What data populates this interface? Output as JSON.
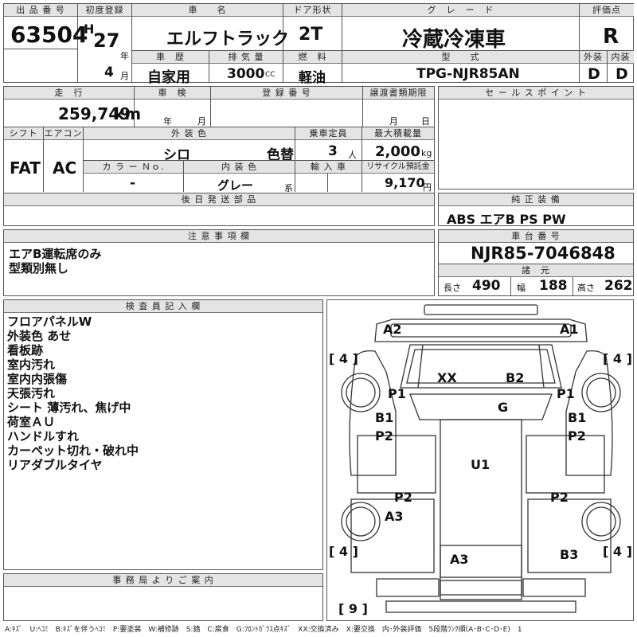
{
  "header": {
    "lot_label": "出 品 番 号",
    "lot_number": "63504",
    "first_reg_label": "初度登録",
    "era": "H",
    "year": "27",
    "year_unit": "年",
    "month": "4",
    "month_unit": "月",
    "name_label": "車　　名",
    "car_name": "エルフトラック",
    "door_label": "ドア形状",
    "door": "2T",
    "grade_label": "グ　レ　ー　ド",
    "grade": "冷蔵冷凍車",
    "score_label": "評価点",
    "score": "R",
    "history_label": "車　歴",
    "history": "自家用",
    "displacement_label": "排 気 量",
    "displacement": "3000",
    "displacement_unit": "CC",
    "fuel_label": "燃　料",
    "fuel": "軽油",
    "model_label": "型　　式",
    "model": "TPG-NJR85AN",
    "exterior_label": "外装",
    "interior_label": "内装",
    "exterior_grade": "D",
    "interior_grade": "D"
  },
  "details": {
    "mileage_label": "走　行",
    "mileage": "259,749",
    "mileage_unit": "km",
    "inspection_label": "車　検",
    "insp_year_unit": "年",
    "insp_month_unit": "月",
    "reg_label": "登 録 番 号",
    "transfer_label": "譲渡書類期限",
    "transfer_month_unit": "月",
    "transfer_day_unit": "日",
    "shift_label": "シフト",
    "aircon_label": "エアコン",
    "color_label": "外 装 色",
    "seats_label": "乗車定員",
    "load_label": "最大積載量",
    "shift": "FAT",
    "aircon": "AC",
    "color": "シロ",
    "color_change": "色替",
    "seats": "3",
    "seats_unit": "人",
    "load": "2,000",
    "load_unit": "kg",
    "color_no_label": "カ ラ ー Ｎｏ.",
    "int_color_label": "内 装 色",
    "import_label": "輸 入 車",
    "recycle_label": "リサイクル預託金",
    "color_no": "-",
    "int_color": "グレー",
    "int_color_unit": "系",
    "recycle": "9,170",
    "recycle_unit": "円",
    "later_parts_label": "後 日 発 送 部 品",
    "sales_label": "セ ー ル ス ポ イ ン ト",
    "equipment_label": "純 正 装 備",
    "equipment": "ABS エアB PS PW"
  },
  "notes": {
    "label": "注 意 事 項 欄",
    "lines": [
      "エアB運転席のみ",
      "型類別無し"
    ]
  },
  "chassis": {
    "label": "車 台 番 号",
    "number": "NJR85-7046848",
    "spec_label": "諸　元",
    "length_label": "長さ",
    "length": "490",
    "width_label": "幅",
    "width": "188",
    "height_label": "高さ",
    "height": "262"
  },
  "inspector": {
    "label": "検 査 員 記 入 欄",
    "lines": [
      "フロアパネルW",
      "外装色 あせ",
      "看板跡",
      "室内汚れ",
      "室内内張傷",
      "天張汚れ",
      "シート 薄汚れ、焦げ中",
      "荷室ＡＵ",
      "ハンドルすれ",
      "カーペット切れ・破れ中",
      "リアダブルタイヤ"
    ]
  },
  "office": {
    "label": "事 務 局 よ り ご 案 内"
  },
  "diagram": {
    "marks": {
      "a2": "A2",
      "a1": "A1",
      "xx": "XX",
      "b2": "B2",
      "g": "G",
      "p1l": "P1",
      "p1r": "P1",
      "b1l": "B1",
      "b1r": "B1",
      "p2l": "P2",
      "p2r": "P2",
      "u1": "U1",
      "p2cl": "P2",
      "p2cr": "P2",
      "a3l": "A3",
      "a3b": "A3",
      "b3": "B3"
    },
    "tires": {
      "fl": "4",
      "fr": "4",
      "rl": "4",
      "rr": "4",
      "spare": "9"
    }
  },
  "legend": "A:ｷｽﾞ　U:ﾍｺﾐ　B:ｷｽﾞを伴うﾍｺﾐ　P:要塗装　W:補修跡　S:錆　C:腐食　G:ﾌﾛﾝﾄｶﾞﾗｽ点ｷｽﾞ　XX:交換済み　X:要交換　内･外装評価　5段階ﾗﾝｸ順(A･B･C･D･E)　1"
}
